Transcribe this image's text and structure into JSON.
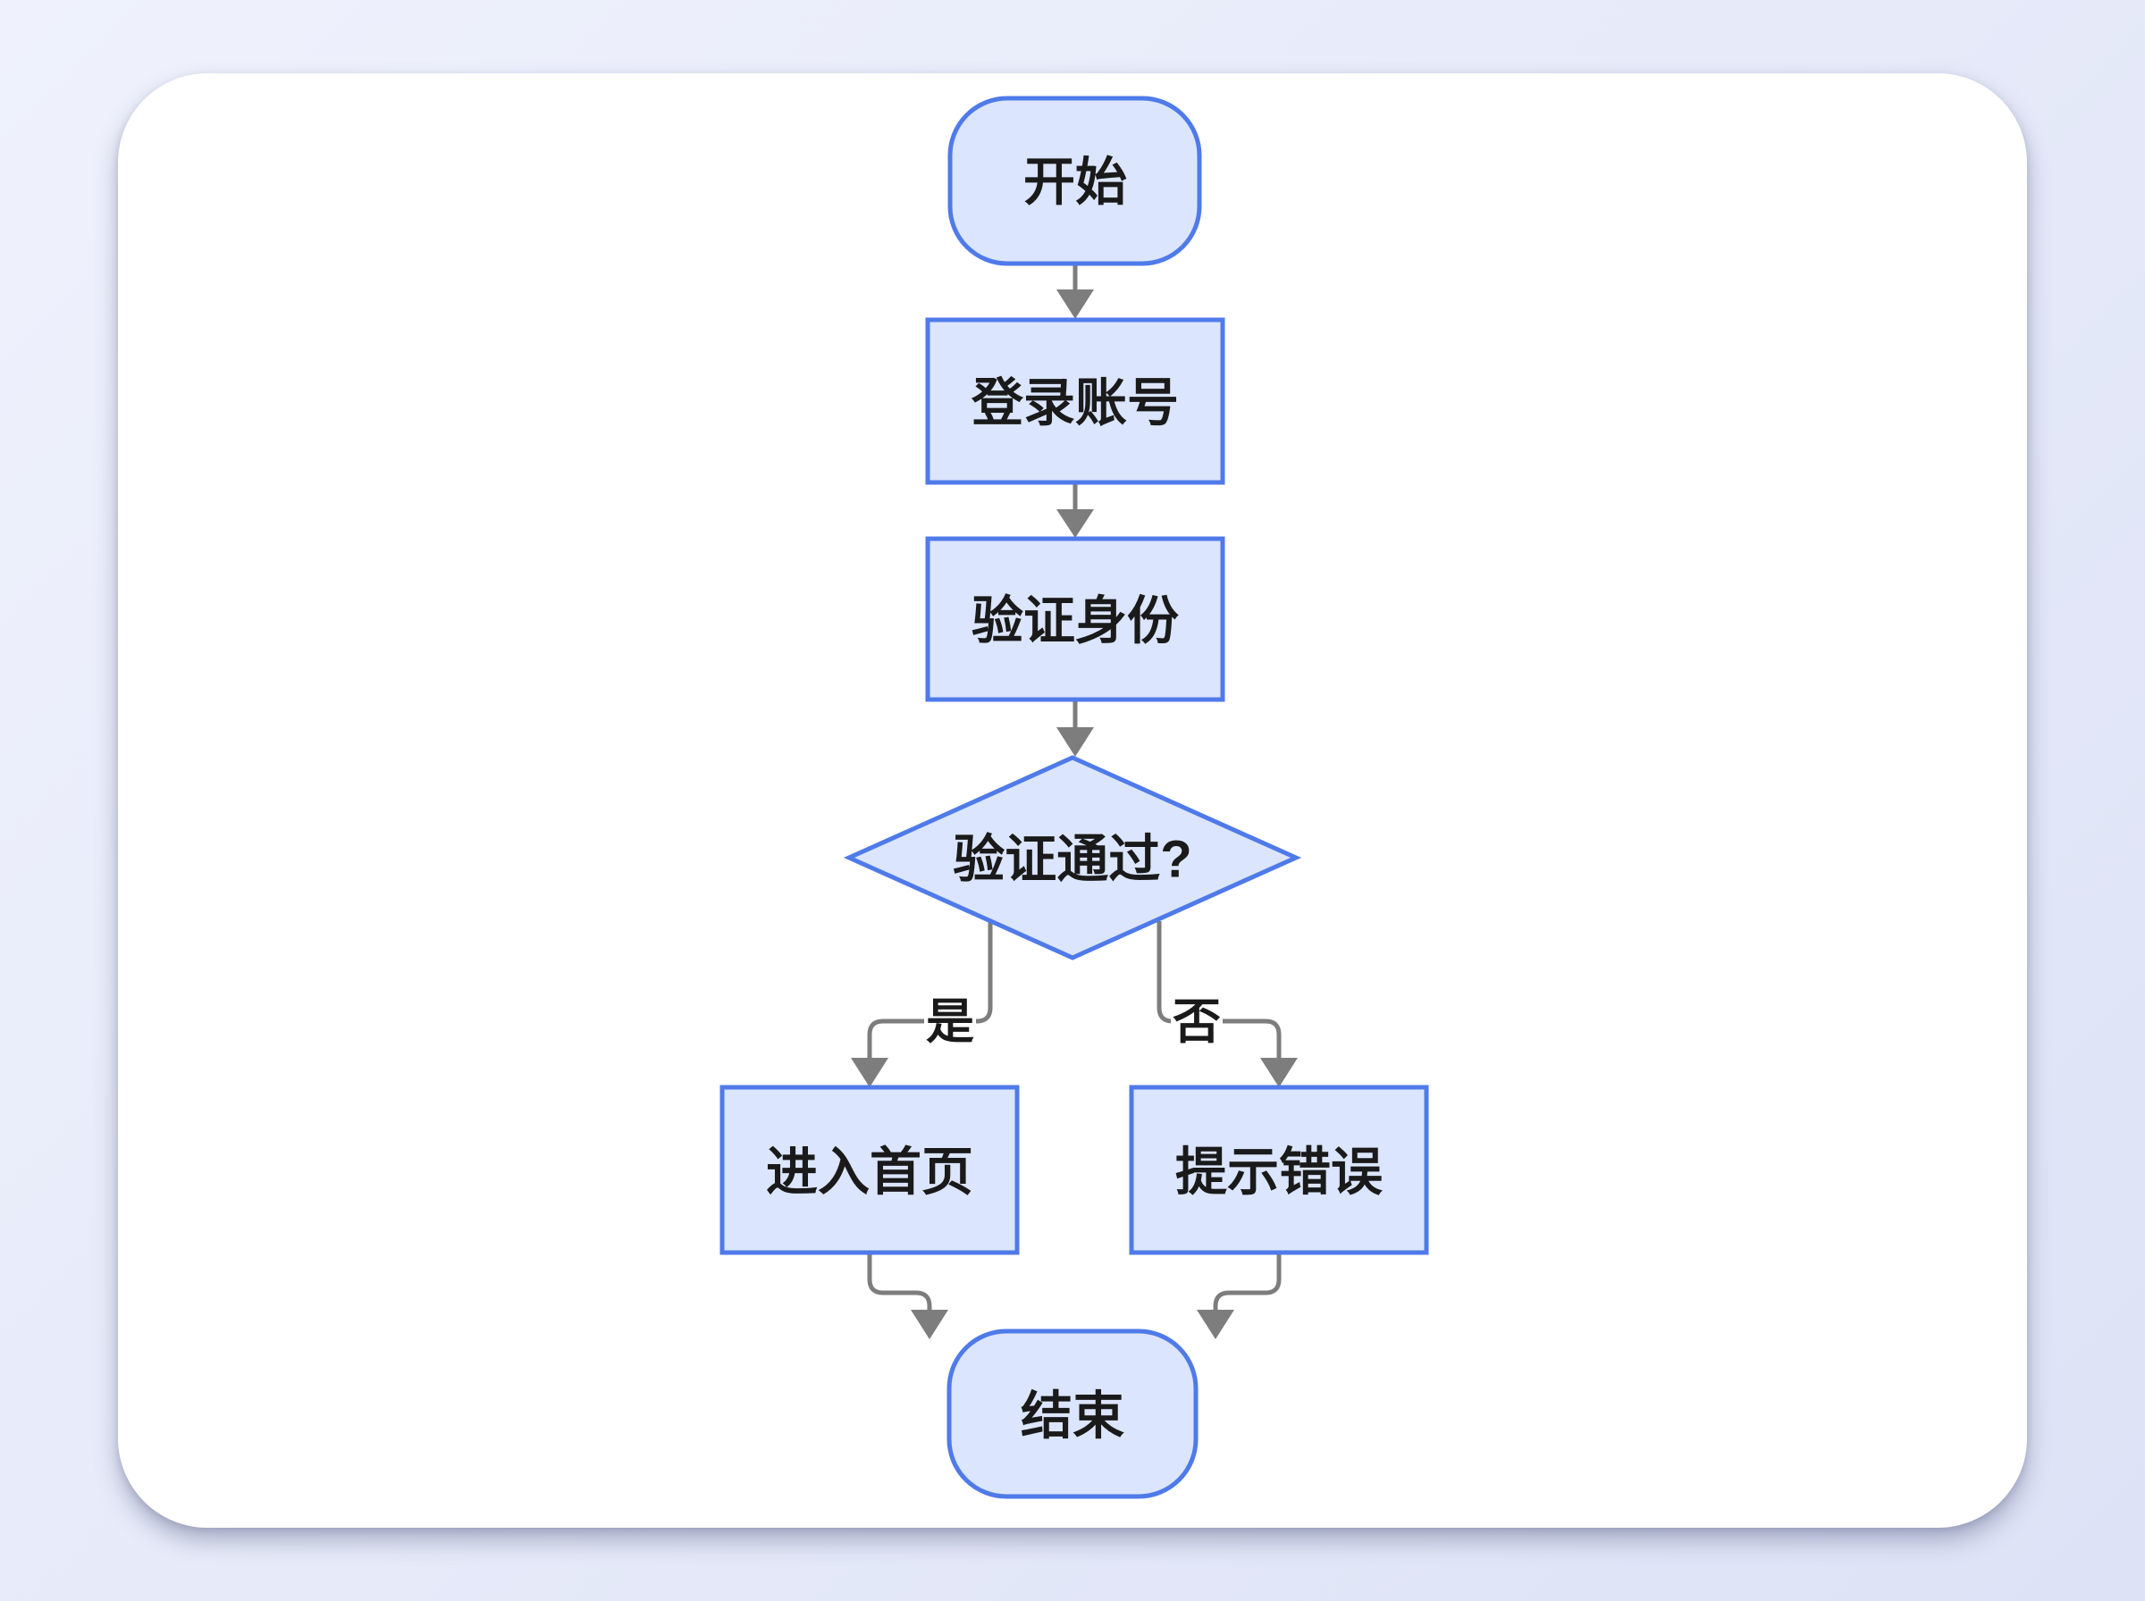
{
  "colors": {
    "page_bg_start": "#eff2fc",
    "page_bg_end": "#dde2f6",
    "card_bg": "#ffffff",
    "node_fill": "#dbe5fd",
    "node_stroke": "#4f7ae9",
    "connector": "#7d7d7d",
    "node_text": "#1a1a1a",
    "edge_label_bg": "#ffffff"
  },
  "flowchart": {
    "nodes": {
      "start": {
        "label": "开始",
        "shape": "terminator"
      },
      "login": {
        "label": "登录账号",
        "shape": "process"
      },
      "verify": {
        "label": "验证身份",
        "shape": "process"
      },
      "decision": {
        "label": "验证通过?",
        "shape": "decision"
      },
      "home": {
        "label": "进入首页",
        "shape": "process"
      },
      "error": {
        "label": "提示错误",
        "shape": "process"
      },
      "end": {
        "label": "结束",
        "shape": "terminator"
      }
    },
    "edge_labels": {
      "yes": "是",
      "no": "否"
    }
  }
}
